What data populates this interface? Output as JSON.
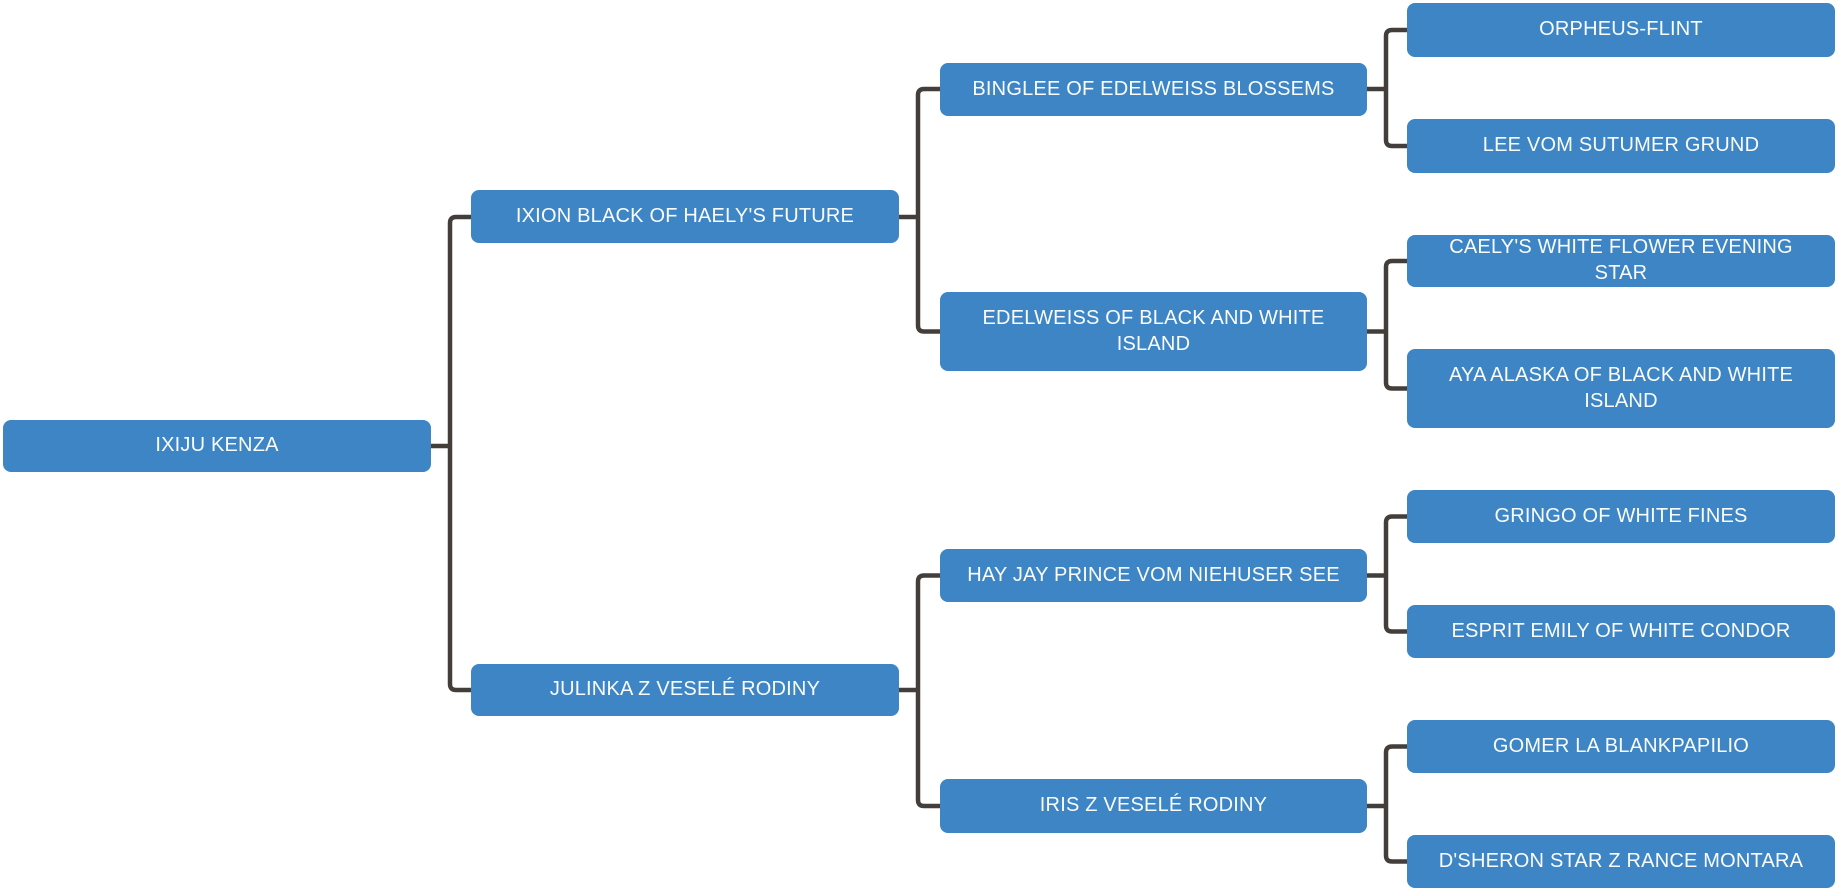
{
  "figure_type": "pedigree-tree",
  "orientation": "left-to-right",
  "colors": {
    "node_fill": "#3d85c4",
    "node_text": "#fafcfd",
    "connector": "#443e3a",
    "background": "#ffffff"
  },
  "tree": {
    "label": "IXIJU KENZA",
    "children": [
      {
        "label": "IXION BLACK OF HAELY'S FUTURE",
        "children": [
          {
            "label": "BINGLEE OF EDELWEISS BLOSSEMS",
            "children": [
              {
                "label": "ORPHEUS-FLINT"
              },
              {
                "label": "LEE VOM SUTUMER GRUND"
              }
            ]
          },
          {
            "label": "EDELWEISS OF BLACK AND WHITE ISLAND",
            "children": [
              {
                "label": "CAELY'S WHITE FLOWER EVENING STAR"
              },
              {
                "label": "AYA ALASKA OF BLACK AND WHITE ISLAND"
              }
            ]
          }
        ]
      },
      {
        "label": "JULINKA Z VESELÉ RODINY",
        "children": [
          {
            "label": "HAY JAY PRINCE VOM NIEHUSER SEE",
            "children": [
              {
                "label": "GRINGO OF WHITE FINES"
              },
              {
                "label": "ESPRIT EMILY OF WHITE CONDOR"
              }
            ]
          },
          {
            "label": "IRIS Z VESELÉ RODINY",
            "children": [
              {
                "label": "GOMER LA BLANKPAPILIO"
              },
              {
                "label": "D'SHERON STAR Z RANCE MONTARA"
              }
            ]
          }
        ]
      }
    ]
  }
}
